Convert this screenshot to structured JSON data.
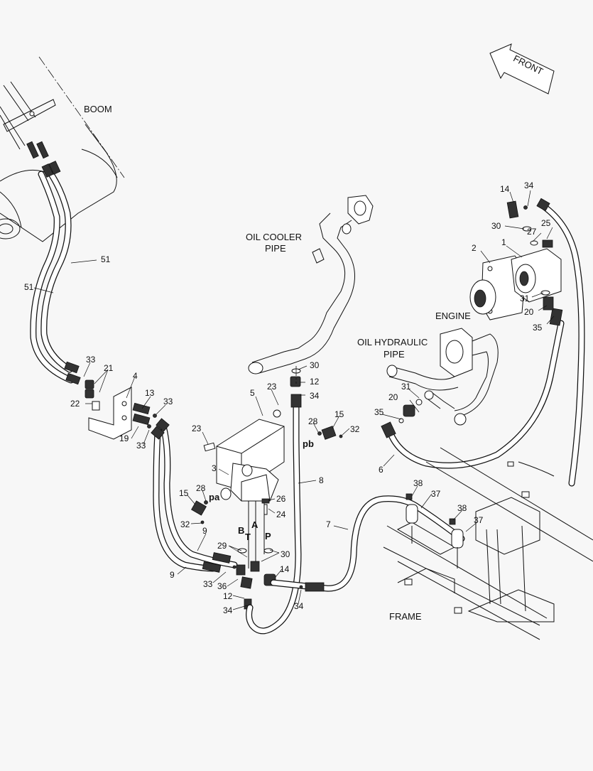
{
  "labels": {
    "boom": "BOOM",
    "oil_cooler_pipe": [
      "OIL COOLER",
      "PIPE"
    ],
    "oil_hydraulic_pipe": [
      "OIL HYDRAULIC",
      "PIPE"
    ],
    "engine": "ENGINE",
    "frame": "FRAME",
    "front": "FRONT"
  },
  "ports": {
    "pa": "pa",
    "pb": "pb",
    "A": "A",
    "B": "B",
    "T": "T",
    "P": "P"
  },
  "callouts": [
    {
      "id": "c14a",
      "text": "14"
    },
    {
      "id": "c34a",
      "text": "34"
    },
    {
      "id": "c30a",
      "text": "30"
    },
    {
      "id": "c27",
      "text": "27"
    },
    {
      "id": "c25",
      "text": "25"
    },
    {
      "id": "c2",
      "text": "2"
    },
    {
      "id": "c1",
      "text": "1"
    },
    {
      "id": "c31a",
      "text": "31"
    },
    {
      "id": "c20a",
      "text": "20"
    },
    {
      "id": "c35a",
      "text": "35"
    },
    {
      "id": "c51a",
      "text": "51"
    },
    {
      "id": "c51b",
      "text": "51"
    },
    {
      "id": "c33a",
      "text": "33"
    },
    {
      "id": "c21",
      "text": "21"
    },
    {
      "id": "c4",
      "text": "4"
    },
    {
      "id": "c22",
      "text": "22"
    },
    {
      "id": "c13",
      "text": "13"
    },
    {
      "id": "c33b",
      "text": "33"
    },
    {
      "id": "c19",
      "text": "19"
    },
    {
      "id": "c33c",
      "text": "33"
    },
    {
      "id": "c5",
      "text": "5"
    },
    {
      "id": "c23a",
      "text": "23"
    },
    {
      "id": "c23b",
      "text": "23"
    },
    {
      "id": "c30b",
      "text": "30"
    },
    {
      "id": "c12a",
      "text": "12"
    },
    {
      "id": "c34b",
      "text": "34"
    },
    {
      "id": "c31b",
      "text": "31"
    },
    {
      "id": "c20b",
      "text": "20"
    },
    {
      "id": "c35b",
      "text": "35"
    },
    {
      "id": "c28a",
      "text": "28"
    },
    {
      "id": "c15a",
      "text": "15"
    },
    {
      "id": "c32a",
      "text": "32"
    },
    {
      "id": "c6",
      "text": "6"
    },
    {
      "id": "c3",
      "text": "3"
    },
    {
      "id": "c8",
      "text": "8"
    },
    {
      "id": "c15b",
      "text": "15"
    },
    {
      "id": "c28b",
      "text": "28"
    },
    {
      "id": "c26",
      "text": "26"
    },
    {
      "id": "c24",
      "text": "24"
    },
    {
      "id": "c32b",
      "text": "32"
    },
    {
      "id": "c9a",
      "text": "9"
    },
    {
      "id": "c29",
      "text": "29"
    },
    {
      "id": "c30c",
      "text": "30"
    },
    {
      "id": "c9b",
      "text": "9"
    },
    {
      "id": "c14b",
      "text": "14"
    },
    {
      "id": "c33d",
      "text": "33"
    },
    {
      "id": "c36",
      "text": "36"
    },
    {
      "id": "c12b",
      "text": "12"
    },
    {
      "id": "c34c",
      "text": "34"
    },
    {
      "id": "c34d",
      "text": "34"
    },
    {
      "id": "c7",
      "text": "7"
    },
    {
      "id": "c38a",
      "text": "38"
    },
    {
      "id": "c37a",
      "text": "37"
    },
    {
      "id": "c38b",
      "text": "38"
    },
    {
      "id": "c37b",
      "text": "37"
    }
  ]
}
